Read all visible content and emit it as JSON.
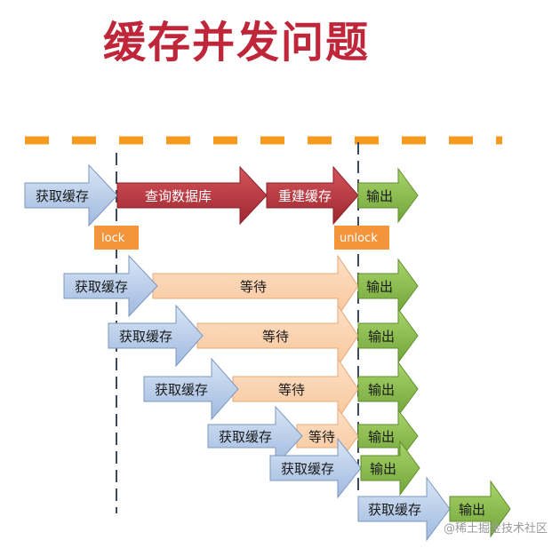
{
  "title": "缓存并发问题",
  "labels": {
    "get_cache": "获取缓存",
    "query_db": "查询数据库",
    "rebuild_cache": "重建缓存",
    "output": "输出",
    "wait": "等待",
    "lock": "lock",
    "unlock": "unlock"
  },
  "colors": {
    "title": "#c0263a",
    "blue_arrow": "#b6cbe8",
    "red_arrow": "#b5333b",
    "green_arrow": "#8cbd4c",
    "orange_arrow": "#fbd3b0",
    "lock_badge": "#f4953c",
    "dashed_line": "#f59a1e"
  },
  "watermark": "@稀土掘金技术社区"
}
